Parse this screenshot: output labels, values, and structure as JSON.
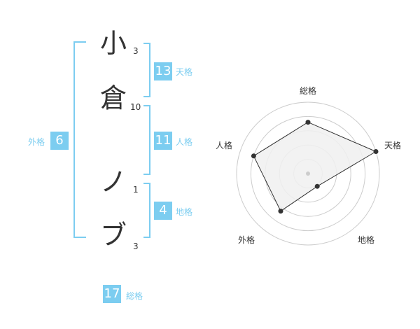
{
  "name_chars": [
    {
      "char": "小",
      "strokes": "3"
    },
    {
      "char": "倉",
      "strokes": "10"
    },
    {
      "char": "ノ",
      "strokes": "1"
    },
    {
      "char": "ブ",
      "strokes": "3"
    }
  ],
  "kakusu": {
    "tenkaku": {
      "value": "13",
      "label": "天格"
    },
    "jinkaku": {
      "value": "11",
      "label": "人格"
    },
    "chikaku": {
      "value": "4",
      "label": "地格"
    },
    "gaikaku": {
      "value": "6",
      "label": "外格"
    },
    "soukaku": {
      "value": "17",
      "label": "総格"
    }
  },
  "colors": {
    "accent": "#7ccdf0",
    "text": "#333333",
    "radar_fill": "#f0f0f0",
    "radar_ring": "#cccccc"
  },
  "chart_data": {
    "type": "radar",
    "axes": [
      "総格",
      "天格",
      "地格",
      "外格",
      "人格"
    ],
    "values": [
      0.72,
      1.0,
      0.22,
      0.65,
      0.8
    ],
    "ring_count": 5,
    "grid": true
  }
}
